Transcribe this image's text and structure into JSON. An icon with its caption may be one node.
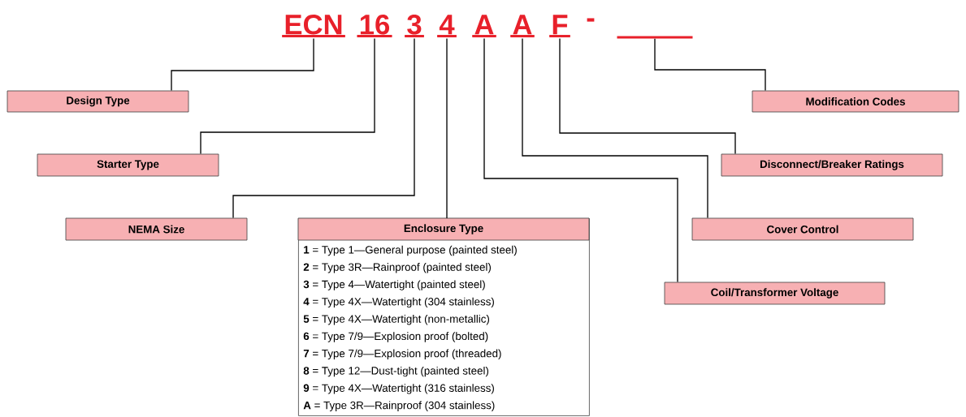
{
  "diagram": {
    "nodes": [
      {
        "text": [
          "ECN"
        ]
      },
      {
        "text": [
          "16"
        ]
      },
      {
        "text": [
          "3"
        ]
      },
      {
        "text": [
          "4"
        ]
      },
      {
        "text": [
          "A"
        ]
      },
      {
        "text": [
          "A"
        ]
      },
      {
        "text": [
          "F"
        ]
      },
      {
        "text": [],
        "shape": "bar"
      },
      {
        "text": [
          "Design Type"
        ]
      },
      {
        "text": [
          "Starter Type"
        ]
      },
      {
        "text": [
          "NEMA Size"
        ]
      },
      {
        "text": [
          "Enclosure Type",
          "**1** = Type 1—General purpose (painted steel)",
          "**2** = Type 3R—Rainproof (painted steel)",
          "**3** = Type 4—Watertight (painted steel)",
          "**4** = Type 4X—Watertight (304 stainless)",
          "**5** = Type 4X—Watertight (non-metallic)",
          "**6** = Type 7/9—Explosion proof (bolted)",
          "**7** = Type 7/9—Explosion proof (threaded)",
          "**8** = Type 12—Dust-tight (painted steel)",
          "**9** = Type 4X—Watertight (316 stainless)",
          "**A** = Type 3R—Rainproof (304 stainless)"
        ]
      },
      {
        "text": [
          "Modification Codes"
        ]
      },
      {
        "text": [
          "Disconnect/Breaker Ratings"
        ]
      },
      {
        "text": [
          "Cover Control"
        ]
      },
      {
        "text": [
          "Coil/Transformer Voltage"
        ]
      }
    ],
    "edges": [
      {
        "from": 0,
        "to": 8,
        "arrow": "none"
      },
      {
        "from": 1,
        "to": 9,
        "arrow": "none"
      },
      {
        "from": 2,
        "to": 10,
        "arrow": "none"
      },
      {
        "from": 3,
        "to": 11,
        "arrow": "none"
      },
      {
        "from": 4,
        "to": 15,
        "arrow": "none"
      },
      {
        "from": 5,
        "to": 14,
        "arrow": "none"
      },
      {
        "from": 6,
        "to": 13,
        "arrow": "none"
      },
      {
        "from": 7,
        "to": 12,
        "arrow": "none"
      }
    ],
    "labels": [
      "-"
    ]
  }
}
